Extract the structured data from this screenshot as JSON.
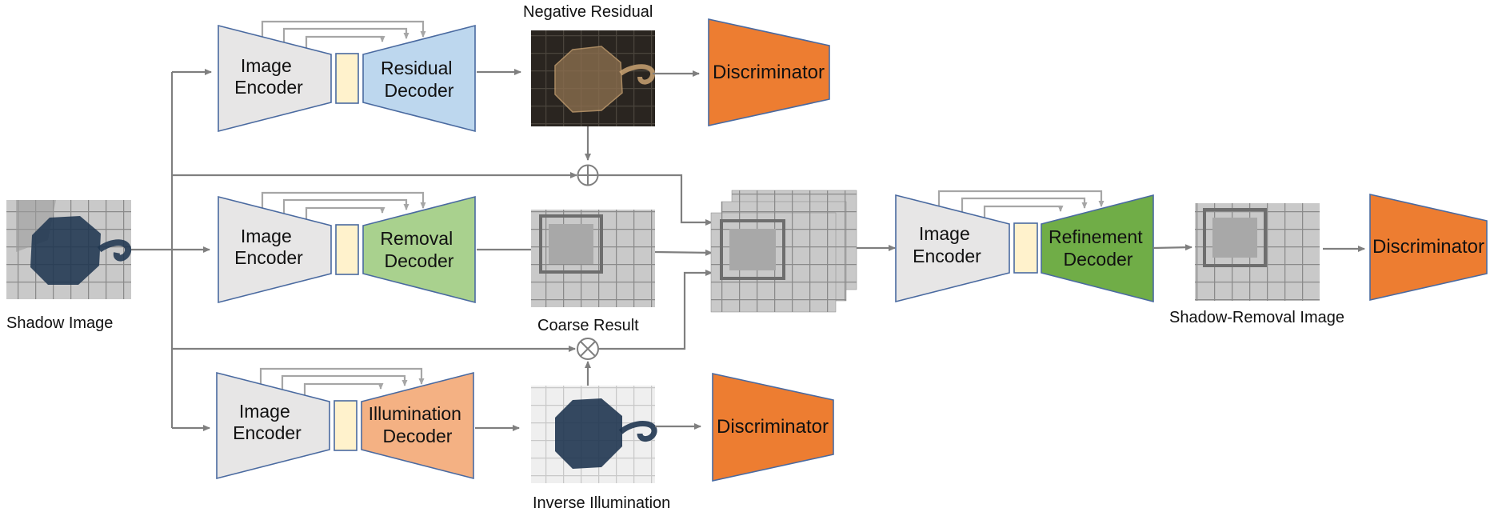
{
  "images": {
    "shadow_image": {
      "caption": "Shadow Image"
    },
    "negative_residual": {
      "caption": "Negative Residual"
    },
    "coarse_result": {
      "caption": "Coarse Result"
    },
    "inverse_illumination": {
      "caption": "Inverse Illumination"
    },
    "shadow_removal_image": {
      "caption": "Shadow-Removal Image"
    }
  },
  "branches": {
    "residual": {
      "encoder": [
        "Image",
        "Encoder"
      ],
      "decoder": [
        "Residual",
        "Decoder"
      ],
      "decoder_color": "#bdd7ee",
      "discriminator": "Discriminator"
    },
    "removal": {
      "encoder": [
        "Image",
        "Encoder"
      ],
      "decoder": [
        "Removal",
        "Decoder"
      ]
    },
    "illumination": {
      "encoder": [
        "Image",
        "Encoder"
      ],
      "decoder": [
        "Illumination",
        "Decoder"
      ],
      "discriminator": "Discriminator"
    },
    "refinement": {
      "encoder": [
        "Image",
        "Encoder"
      ],
      "decoder": [
        "Refinement",
        "Decoder"
      ],
      "discriminator": "Discriminator"
    }
  },
  "operators": {
    "add": "plus-circle-icon",
    "multiply": "times-circle-icon"
  },
  "colors": {
    "encoder": "#e7e6e6",
    "bottleneck": "#fff2cc",
    "residual_decoder": "#bdd7ee",
    "removal_decoder": "#a9d18e",
    "illumination_decoder": "#f4b183",
    "refinement_decoder": "#70ad47",
    "discriminator": "#ed7d31",
    "border": "#4a6aa0",
    "arrow": "#7f7f7f"
  }
}
